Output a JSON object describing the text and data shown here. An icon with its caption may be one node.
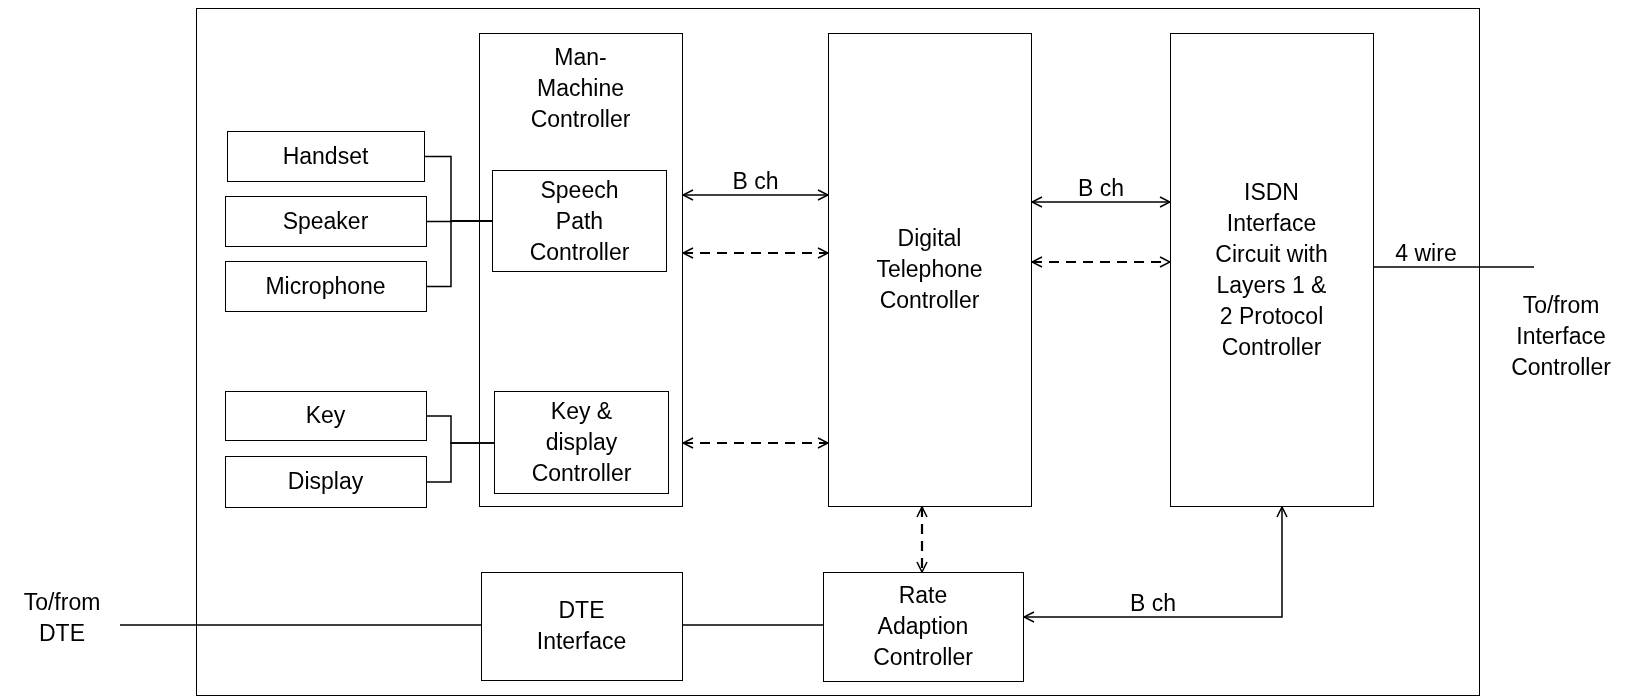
{
  "diagram": {
    "nodes": [
      {
        "text": [],
        "shape": "box"
      },
      {
        "text": [
          "Man-Machine Controller"
        ],
        "in": 0
      },
      {
        "text": [
          "Speech Path Controller"
        ],
        "in": 1
      },
      {
        "text": [
          "Key & display Controller"
        ],
        "in": 1
      },
      {
        "text": [
          "Digital Telephone Controller"
        ],
        "in": 0
      },
      {
        "text": [
          "ISDN Interface Circuit with Layers 1 & 2 Protocol Controller"
        ],
        "in": 0
      },
      {
        "text": [
          "Handset"
        ],
        "in": 0
      },
      {
        "text": [
          "Speaker"
        ],
        "in": 0
      },
      {
        "text": [
          "Microphone"
        ],
        "in": 0
      },
      {
        "text": [
          "Key"
        ],
        "in": 0
      },
      {
        "text": [
          "Display"
        ],
        "in": 0
      },
      {
        "text": [
          "DTE Interface"
        ],
        "in": 0
      },
      {
        "text": [
          "Rate Adaption Controller"
        ],
        "in": 0
      },
      {
        "text": [
          "To/from DTE"
        ]
      },
      {
        "text": [
          "To/from Interface Controller"
        ]
      }
    ],
    "edges": [
      {
        "from": 6,
        "to": 2,
        "arrow": "none"
      },
      {
        "from": 7,
        "to": 2,
        "arrow": "none"
      },
      {
        "from": 8,
        "to": 2,
        "arrow": "none"
      },
      {
        "from": 9,
        "to": 3,
        "arrow": "none"
      },
      {
        "from": 10,
        "to": 3,
        "arrow": "none"
      },
      {
        "from": 1,
        "to": 4,
        "arrow": "both",
        "label": "B ch"
      },
      {
        "from": 1,
        "to": 4,
        "arrow": "both",
        "style": "dashed"
      },
      {
        "from": 1,
        "to": 4,
        "arrow": "both",
        "style": "dashed"
      },
      {
        "from": 4,
        "to": 5,
        "arrow": "both",
        "label": "B ch"
      },
      {
        "from": 4,
        "to": 5,
        "arrow": "both",
        "style": "dashed"
      },
      {
        "from": 4,
        "to": 12,
        "arrow": "both",
        "style": "dashed"
      },
      {
        "from": 12,
        "to": 5,
        "arrow": "both",
        "label": "B ch"
      },
      {
        "from": 13,
        "to": 11,
        "arrow": "none"
      },
      {
        "from": 11,
        "to": 12,
        "arrow": "none"
      },
      {
        "from": 5,
        "to": 14,
        "arrow": "none",
        "label": "4 wire"
      }
    ]
  }
}
